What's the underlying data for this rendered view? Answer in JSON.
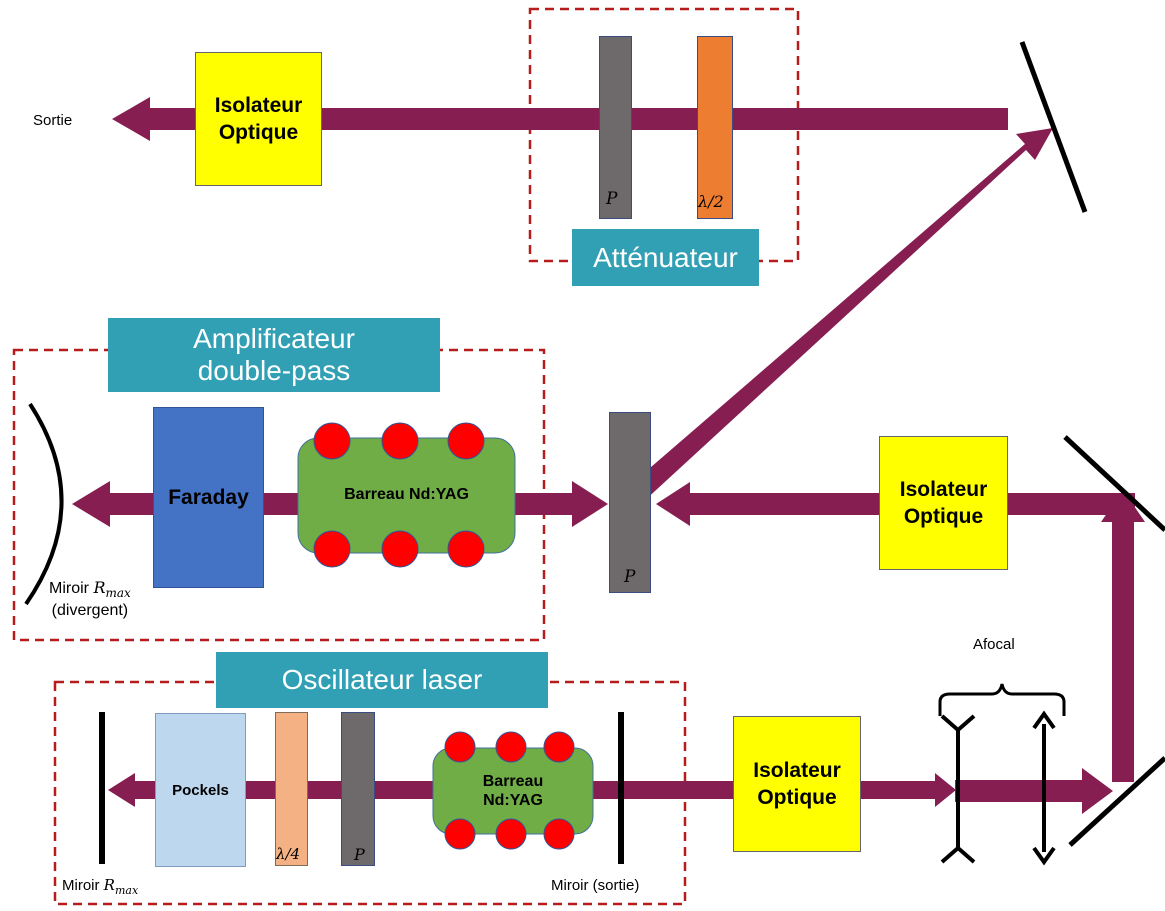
{
  "colors": {
    "beam": "#861e52",
    "dashed_border": "#b71c1c",
    "module_label_bg": "#31a0b5",
    "isolator_fill": "#ffff00",
    "faraday_fill": "#4472c4",
    "rod_fill": "#70ad47",
    "pump_dot": "#ff0000",
    "polarizer_fill": "#6e6a6b",
    "half_wave_fill": "#ed7d31",
    "quarter_wave_fill": "#f4b183",
    "pockels_fill": "#bdd7ee"
  },
  "attenuator": {
    "title": "Atténuateur",
    "polarizer_label": "P",
    "waveplate_label": "λ/2"
  },
  "output_isolator": {
    "line1": "Isolateur",
    "line2": "Optique"
  },
  "output_label": "Sortie",
  "amplifier": {
    "title_line1": "Amplificateur",
    "title_line2": "double-pass",
    "faraday_label": "Faraday",
    "rod_label": "Barreau Nd:YAG",
    "mirror_label_prefix": "Miroir ",
    "mirror_label_math": "R",
    "mirror_label_sub": "max",
    "mirror_label_line2": "(divergent)"
  },
  "middle_polarizer_label": "P",
  "middle_isolator": {
    "line1": "Isolateur",
    "line2": "Optique"
  },
  "oscillator": {
    "title": "Oscillateur laser",
    "pockels_label": "Pockels",
    "quarter_wave_label": "λ/4",
    "polarizer_label": "P",
    "rod_line1": "Barreau",
    "rod_line2": "Nd:YAG",
    "mirror_left_prefix": "Miroir ",
    "mirror_left_math": "R",
    "mirror_left_sub": "max",
    "mirror_right_label": "Miroir (sortie)"
  },
  "bottom_isolator": {
    "line1": "Isolateur",
    "line2": "Optique"
  },
  "afocal_label": "Afocal"
}
